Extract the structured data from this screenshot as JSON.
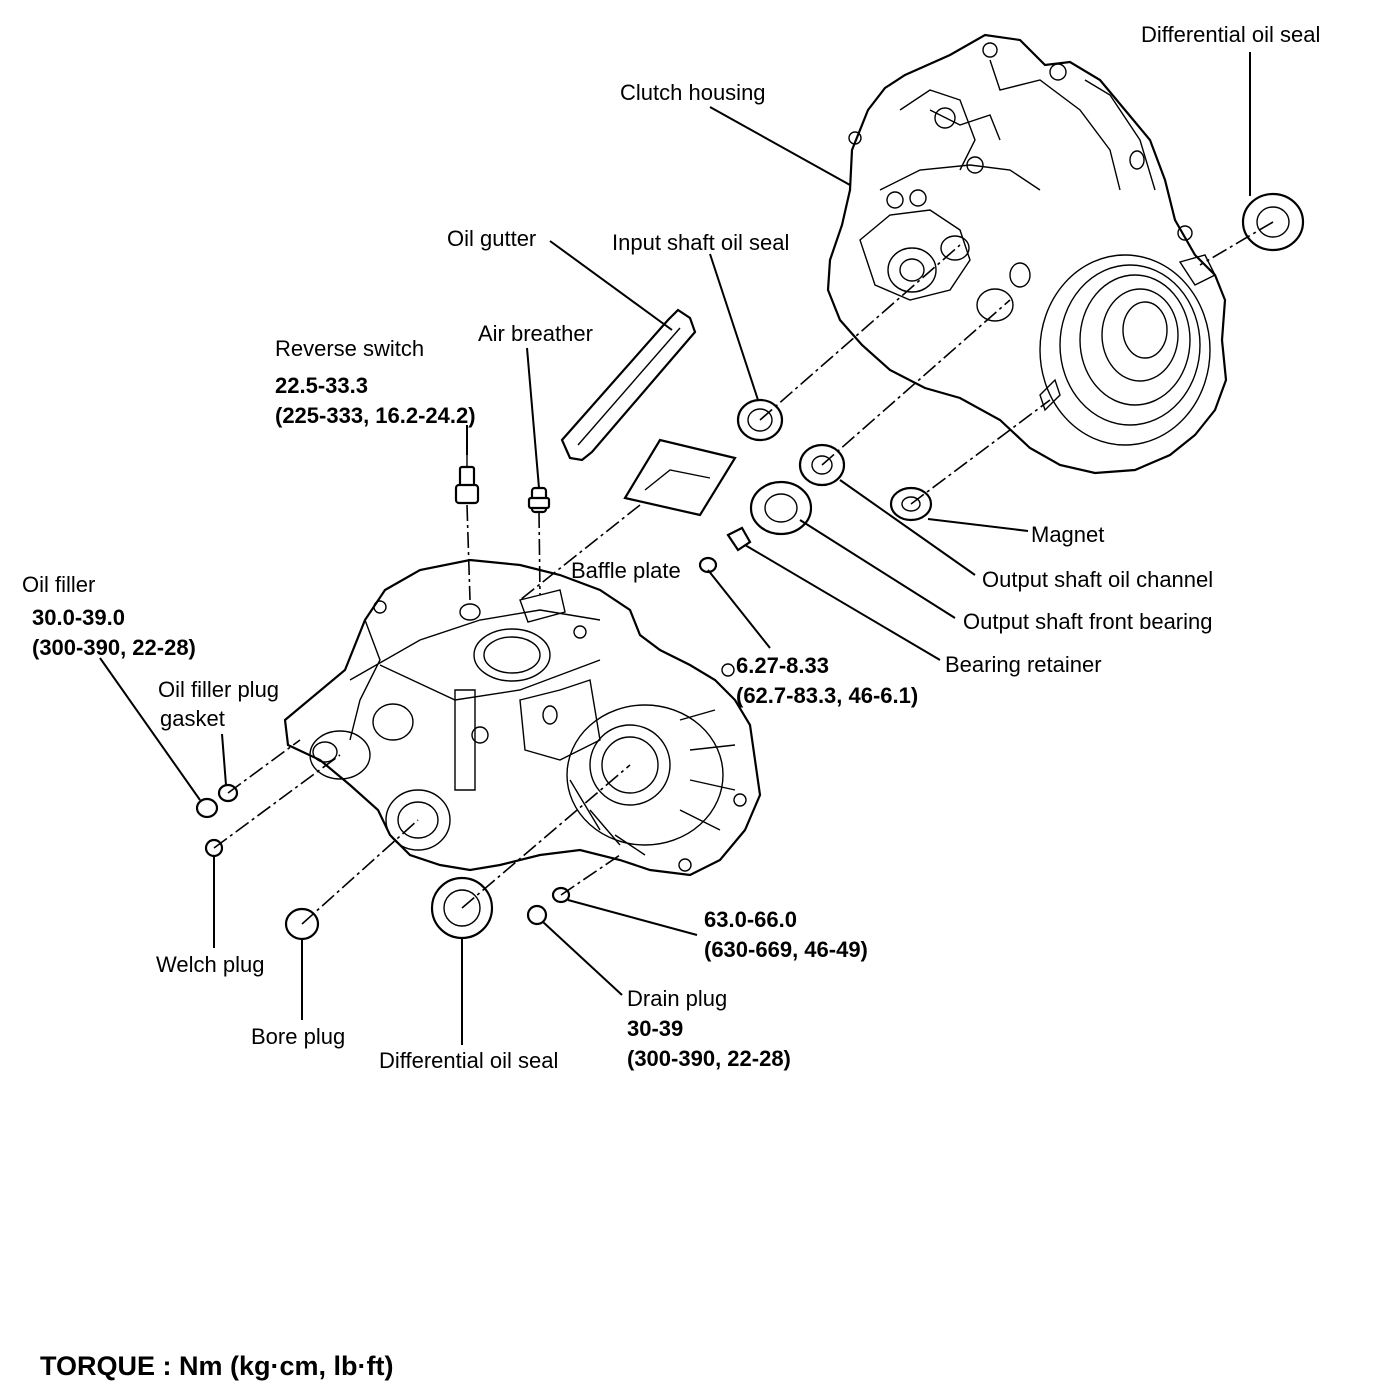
{
  "labels": {
    "diff_seal_top": "Differential oil seal",
    "clutch_housing": "Clutch housing",
    "oil_gutter": "Oil gutter",
    "input_shaft_oil_seal": "Input shaft oil seal",
    "air_breather": "Air breather",
    "reverse_switch": "Reverse switch",
    "reverse_switch_torque_1": "22.5-33.3",
    "reverse_switch_torque_2": "(225-333, 16.2-24.2)",
    "magnet": "Magnet",
    "baffle_plate": "Baffle plate",
    "output_shaft_oil_channel": "Output shaft oil channel",
    "oil_filler": "Oil filler",
    "oil_filler_torque_1": "30.0-39.0",
    "oil_filler_torque_2": "(300-390, 22-28)",
    "output_shaft_front_bearing": "Output shaft front bearing",
    "bearing_retainer": "Bearing retainer",
    "retainer_torque_1": "6.27-8.33",
    "retainer_torque_2": "(62.7-83.3, 46-6.1)",
    "oil_filler_plug_gasket_1": "Oil filler plug",
    "oil_filler_plug_gasket_2": "gasket",
    "drain_washer_torque_1": "63.0-66.0",
    "drain_washer_torque_2": "(630-669, 46-49)",
    "welch_plug": "Welch plug",
    "drain_plug": "Drain plug",
    "drain_plug_torque_1": "30-39",
    "drain_plug_torque_2": "(300-390, 22-28)",
    "bore_plug": "Bore plug",
    "diff_seal_bottom": "Differential oil seal"
  },
  "footer": {
    "torque_units": "TORQUE : Nm (kg·cm, lb·ft)"
  }
}
